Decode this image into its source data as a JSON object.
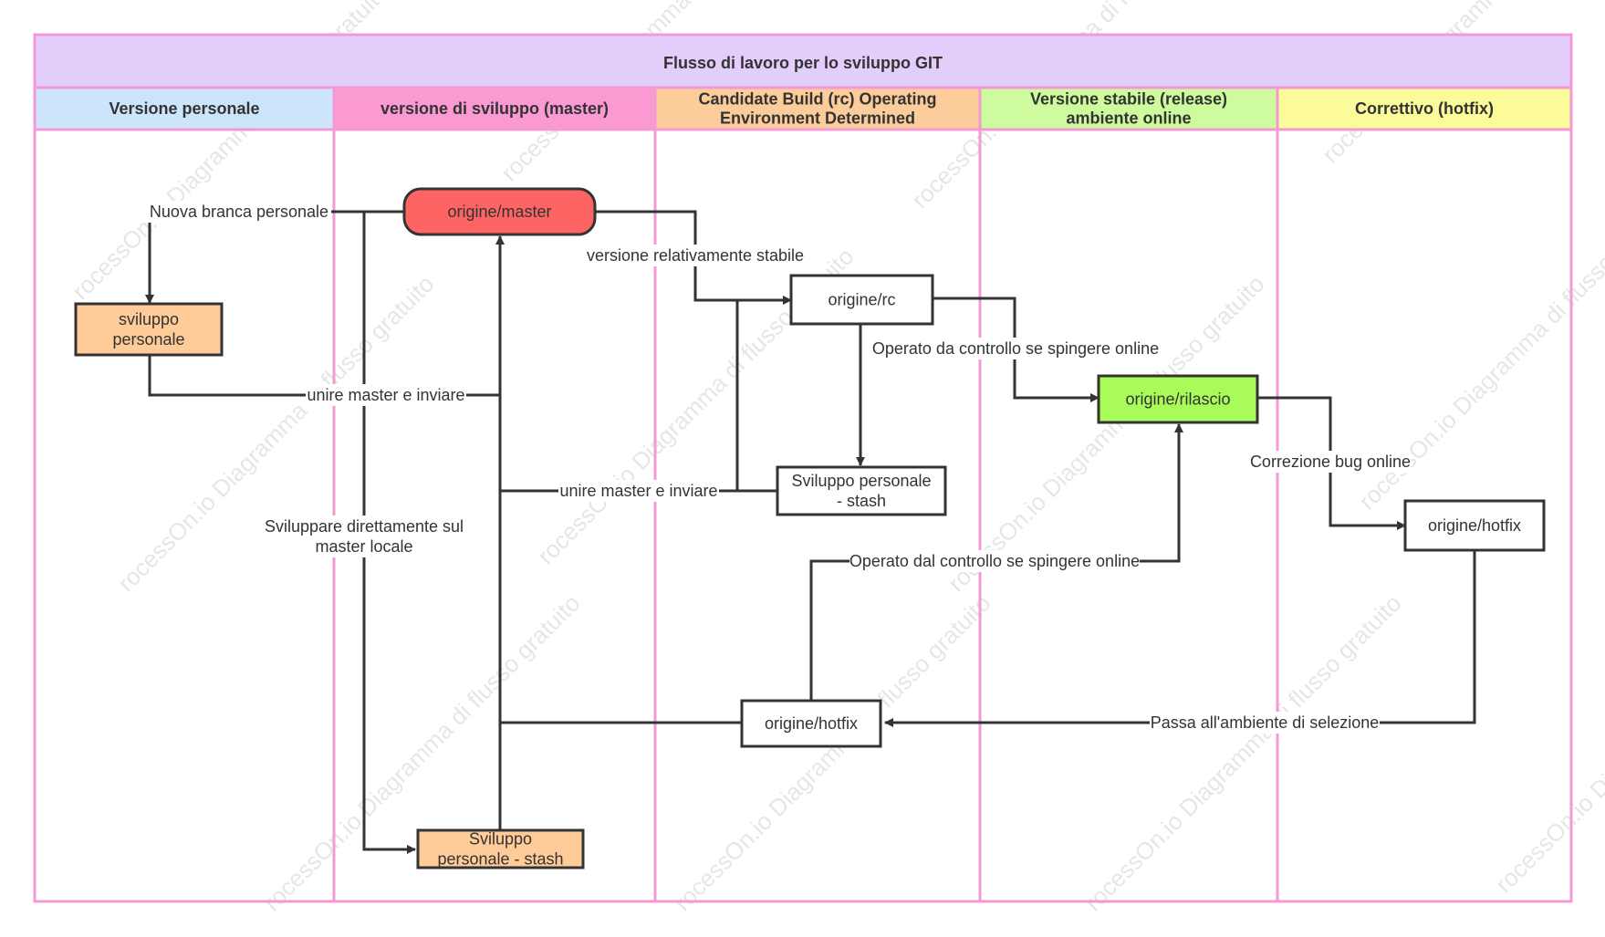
{
  "diagram": {
    "title": "Flusso di lavoro per lo sviluppo GIT",
    "colors": {
      "frame": "#f39ad4",
      "title_bg": "#e3cdfa",
      "node_border": "#333333",
      "text": "#333333"
    },
    "lanes": [
      {
        "id": "personal",
        "label": [
          "Versione personale"
        ],
        "color": "#cce5fb"
      },
      {
        "id": "dev",
        "label": [
          "versione di sviluppo (master)"
        ],
        "color": "#fb9ad2"
      },
      {
        "id": "rc",
        "label": [
          "Candidate Build (rc) Operating",
          "Environment Determined"
        ],
        "color": "#fdcc9b"
      },
      {
        "id": "release",
        "label": [
          "Versione stabile (release)",
          "ambiente online"
        ],
        "color": "#cdfb9d"
      },
      {
        "id": "hotfix",
        "label": [
          "Correttivo (hotfix)"
        ],
        "color": "#fcfb99"
      }
    ],
    "nodes": [
      {
        "id": "master",
        "lines": [
          "origine/master"
        ],
        "shape": "rounded",
        "fill": "#fe6464"
      },
      {
        "id": "personal-dev",
        "lines": [
          "sviluppo",
          "personale"
        ],
        "shape": "rect",
        "fill": "#fecb99"
      },
      {
        "id": "rc",
        "lines": [
          "origine/rc"
        ],
        "shape": "rect",
        "fill": "#ffffff"
      },
      {
        "id": "release",
        "lines": [
          "origine/rilascio"
        ],
        "shape": "rect",
        "fill": "#a9fb59"
      },
      {
        "id": "stash-rc",
        "lines": [
          "Sviluppo personale",
          "- stash"
        ],
        "shape": "rect",
        "fill": "#ffffff"
      },
      {
        "id": "hotfix-lane",
        "lines": [
          "origine/hotfix"
        ],
        "shape": "rect",
        "fill": "#ffffff"
      },
      {
        "id": "hotfix-rc",
        "lines": [
          "origine/hotfix"
        ],
        "shape": "rect",
        "fill": "#ffffff"
      },
      {
        "id": "stash-dev",
        "lines": [
          "Sviluppo",
          "personale - stash"
        ],
        "shape": "rect",
        "fill": "#fecb99"
      }
    ],
    "edge_labels": {
      "new_branch": [
        "Nuova branca personale"
      ],
      "stable": [
        "versione relativamente stabile"
      ],
      "merge1": [
        "unire master e inviare"
      ],
      "merge2": [
        "unire master e inviare"
      ],
      "operated_by": [
        "Operato da controllo se spingere online"
      ],
      "bugfix": [
        "Correzione bug online"
      ],
      "develop_local": [
        "Sviluppare direttamente sul",
        "master locale"
      ],
      "operated_from": [
        "Operato dal controllo se spingere online"
      ],
      "pass_env": [
        "Passa all'ambiente di selezione"
      ]
    },
    "watermark": "rocessOn.io Diagramma di flusso gratuito"
  }
}
